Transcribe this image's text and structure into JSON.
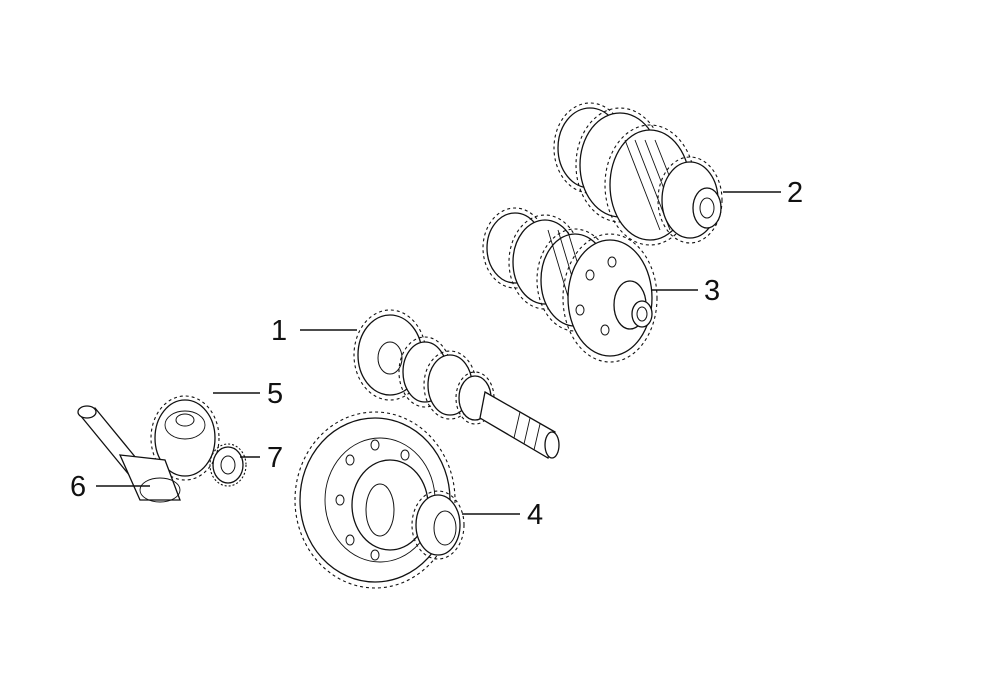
{
  "colors": {
    "background": "#ffffff",
    "ink": "#111111"
  },
  "callouts": [
    {
      "part": "input-shaft-assembly",
      "label": "1"
    },
    {
      "part": "upper-countershaft-assembly",
      "label": "2"
    },
    {
      "part": "lower-countershaft-assembly",
      "label": "3"
    },
    {
      "part": "differential-assembly",
      "label": "4"
    },
    {
      "part": "reverse-gear",
      "label": "5"
    },
    {
      "part": "reverse-idler-shaft",
      "label": "6"
    },
    {
      "part": "needle-bearing",
      "label": "7"
    }
  ]
}
